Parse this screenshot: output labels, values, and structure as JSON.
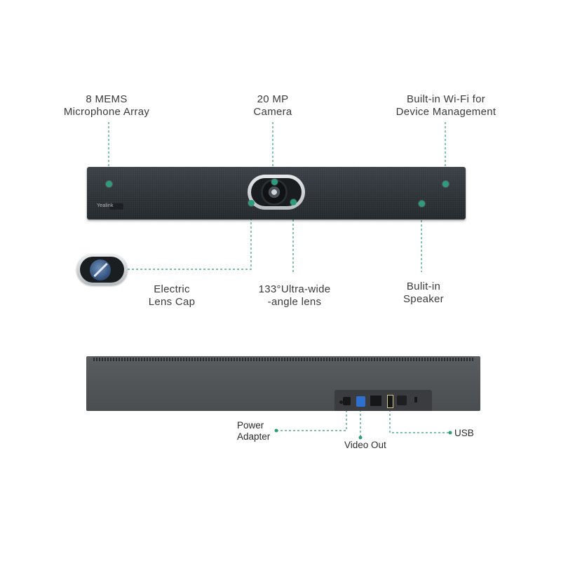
{
  "brand": {
    "logo_text": "Yealink"
  },
  "colors": {
    "accent": "#2e9c7c",
    "bar_body": "#2f3439",
    "rear_body": "#505356"
  },
  "callouts": {
    "microphone": [
      "8 MEMS",
      "Microphone Array"
    ],
    "camera": [
      "20 MP",
      "Camera"
    ],
    "wifi": [
      "Built-in Wi-Fi for",
      "Device Management"
    ],
    "lens_cap": [
      "Electric",
      "Lens Cap"
    ],
    "lens": [
      "133°Ultra-wide",
      "-angle lens"
    ],
    "speaker": [
      "Bulit-in",
      "Speaker"
    ]
  },
  "ports": {
    "power": [
      "Power",
      "Adapter"
    ],
    "video": "Video Out",
    "usb": "USB"
  }
}
